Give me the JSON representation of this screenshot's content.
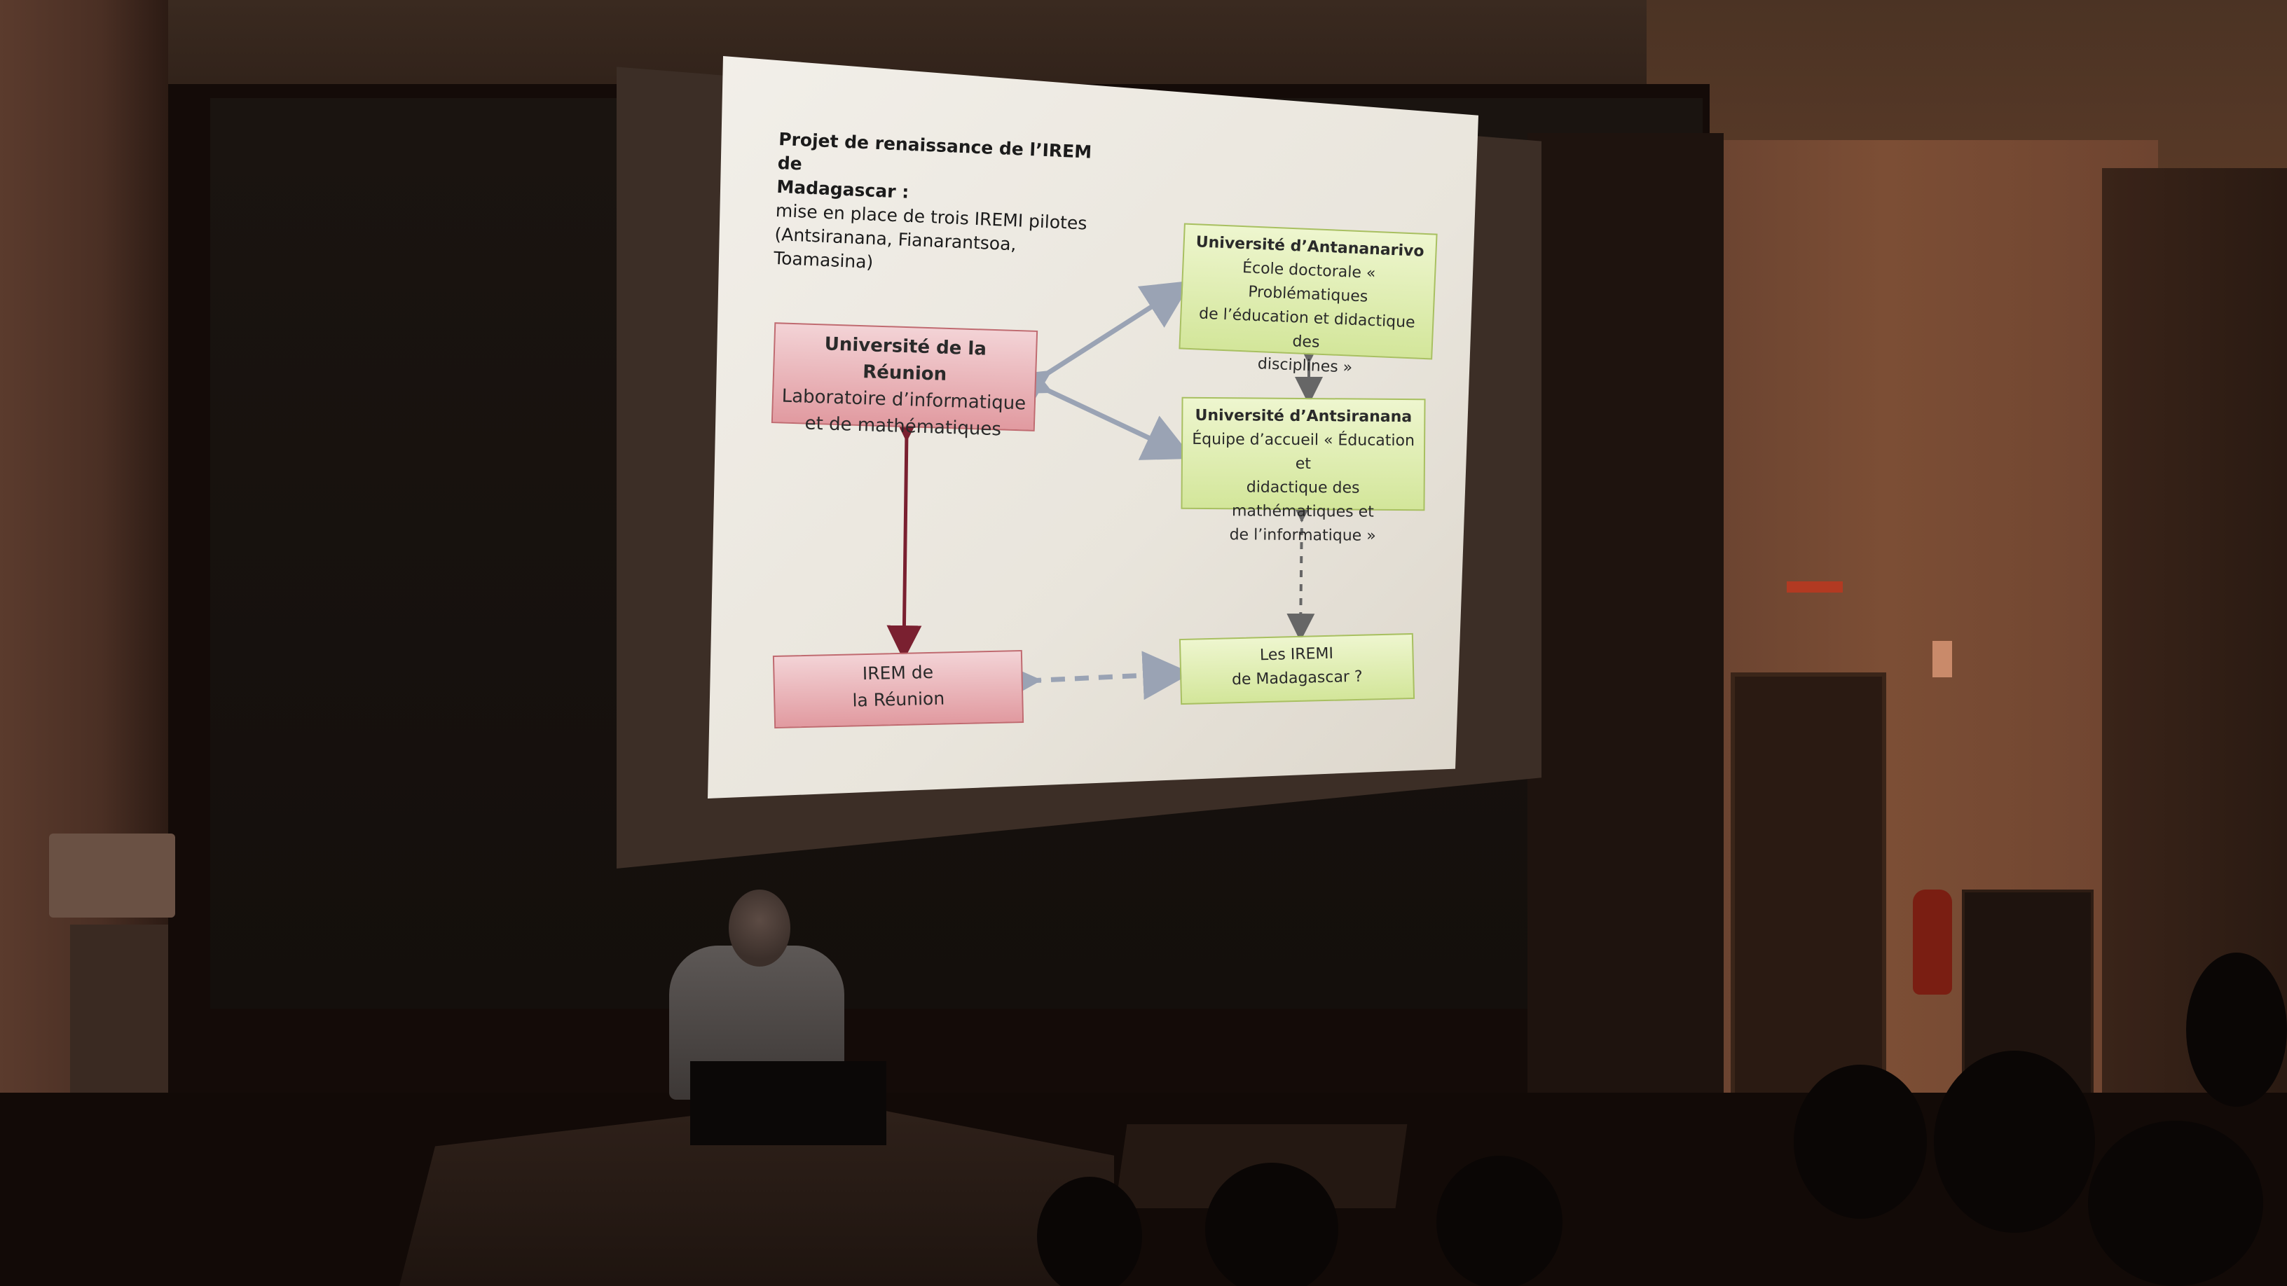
{
  "slide": {
    "title_bold": "Projet de renaissance de l’IREM de",
    "title_bold_2": "Madagascar :",
    "title_line_1": "mise en place de trois IREMI pilotes",
    "title_line_2": "(Antsiranana, Fianarantsoa, Toamasina)"
  },
  "boxes": {
    "reunion": {
      "head": "Université de la Réunion",
      "line1": "Laboratoire d’informatique",
      "line2": "et de mathématiques"
    },
    "irem_reunion": {
      "line1": "IREM de",
      "line2": "la Réunion"
    },
    "antananarivo": {
      "head": "Université d’Antananarivo",
      "line1": "École doctorale « Problématiques",
      "line2": "de l’éducation et didactique des",
      "line3": "disciplines »"
    },
    "antsiranana": {
      "head": "Université d’Antsiranana",
      "line1": "Équipe d’accueil « Éducation et",
      "line2": "didactique des mathématiques et",
      "line3": "de l’informatique »"
    },
    "iremi": {
      "line1": "Les IREMI",
      "line2": "de Madagascar ?"
    }
  },
  "colors": {
    "red_box": "#e19aa0",
    "green_box": "#d3e69a",
    "arrow_gray": "#9aa3b4",
    "arrow_red": "#7a2030",
    "arrow_dark": "#555555"
  }
}
